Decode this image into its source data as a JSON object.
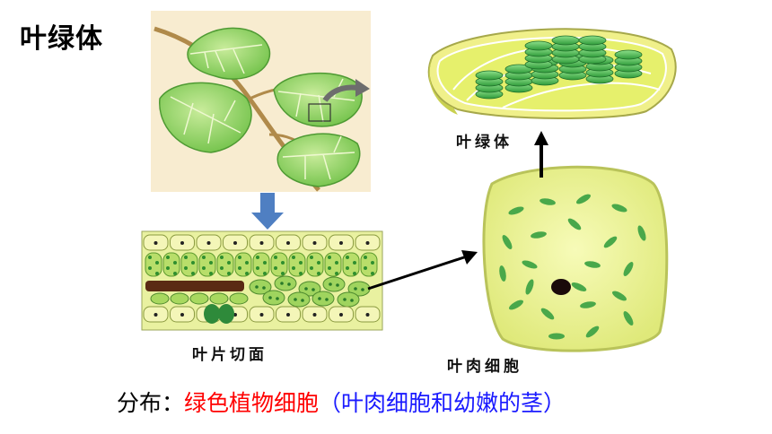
{
  "title": "叶绿体",
  "captions": {
    "chloroplast": "叶绿体",
    "leaf_section": "叶片切面",
    "mesophyll_cell": "叶肉细胞"
  },
  "distribution": {
    "label": "分布：",
    "main": "绿色植物细胞",
    "detail": "（叶肉细胞和幼嫩的茎）"
  },
  "colors": {
    "leaf_background": "#f8ecd0",
    "leaf": "#8fd05a",
    "cell_fill": "#eef59a",
    "chloroplast": "#4aa84a",
    "highlight_red": "#ff0000",
    "highlight_blue": "#1a1aff",
    "arrow_blue": "#4f7fc2"
  }
}
